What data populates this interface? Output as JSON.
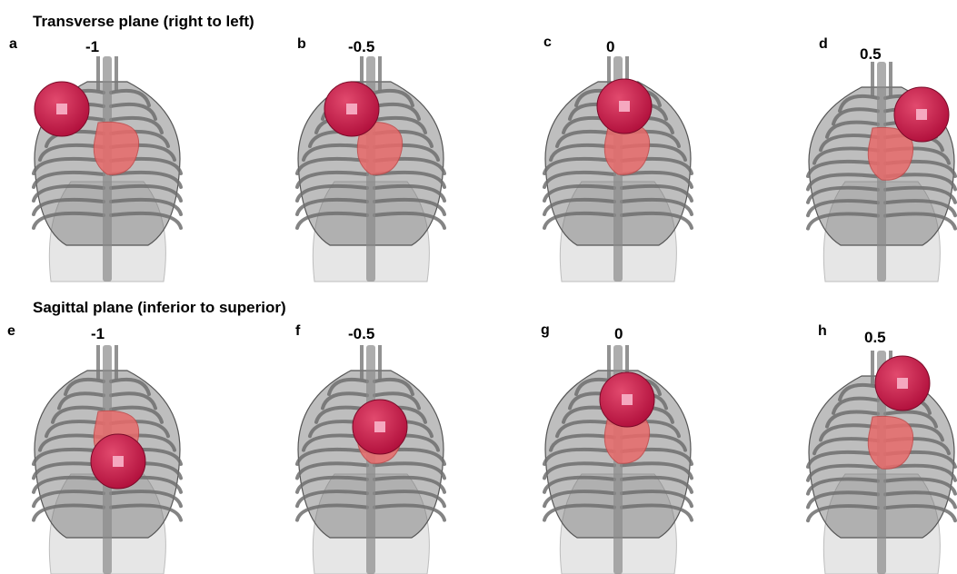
{
  "rows": [
    {
      "title": "Transverse plane (right to left)",
      "panels": [
        {
          "letter": "a",
          "value": "-1"
        },
        {
          "letter": "b",
          "value": "-0.5"
        },
        {
          "letter": "c",
          "value": "0"
        },
        {
          "letter": "d",
          "value": "0.5"
        }
      ]
    },
    {
      "title": "Sagittal plane (inferior to superior)",
      "panels": [
        {
          "letter": "e",
          "value": "-1"
        },
        {
          "letter": "f",
          "value": "-0.5"
        },
        {
          "letter": "g",
          "value": "0"
        },
        {
          "letter": "h",
          "value": "0.5"
        }
      ]
    }
  ],
  "colors": {
    "sphere": "#b3123e",
    "sphere_highlight": "#e24a6e",
    "sphere_marker": "#f5a8bf",
    "heart": "#e86a6a",
    "ribcage": "#6e6e6e",
    "body_silhouette": "#e6e6e6"
  }
}
